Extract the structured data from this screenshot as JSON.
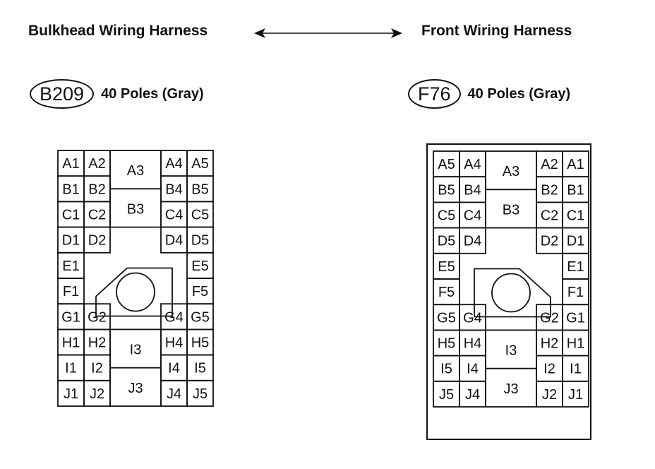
{
  "header": {
    "left_title": "Bulkhead Wiring Harness",
    "right_title": "Front Wiring Harness"
  },
  "connectors": [
    {
      "id": "B209",
      "description": "40 Poles (Gray)",
      "rows": [
        [
          "A1",
          "A2",
          "A4",
          "A5"
        ],
        [
          "B1",
          "B2",
          "B4",
          "B5"
        ],
        [
          "C1",
          "C2",
          "C4",
          "C5"
        ],
        [
          "D1",
          "D2",
          "D4",
          "D5"
        ],
        [
          "E1",
          "E5"
        ],
        [
          "F1",
          "F5"
        ],
        [
          "G1",
          "G2",
          "G4",
          "G5"
        ],
        [
          "H1",
          "H2",
          "H4",
          "H5"
        ],
        [
          "I1",
          "I2",
          "I4",
          "I5"
        ],
        [
          "J1",
          "J2",
          "J4",
          "J5"
        ]
      ],
      "center_top": [
        "A3",
        "B3"
      ],
      "center_bottom": [
        "I3",
        "J3"
      ],
      "key_side": "left"
    },
    {
      "id": "F76",
      "description": "40 Poles (Gray)",
      "rows": [
        [
          "A5",
          "A4",
          "A2",
          "A1"
        ],
        [
          "B5",
          "B4",
          "B2",
          "B1"
        ],
        [
          "C5",
          "C4",
          "C2",
          "C1"
        ],
        [
          "D5",
          "D4",
          "D2",
          "D1"
        ],
        [
          "E5",
          "E1"
        ],
        [
          "F5",
          "F1"
        ],
        [
          "G5",
          "G4",
          "G2",
          "G1"
        ],
        [
          "H5",
          "H4",
          "H2",
          "H1"
        ],
        [
          "I5",
          "I4",
          "I2",
          "I1"
        ],
        [
          "J5",
          "J4",
          "J2",
          "J1"
        ]
      ],
      "center_top": [
        "A3",
        "B3"
      ],
      "center_bottom": [
        "I3",
        "J3"
      ],
      "key_side": "right"
    }
  ]
}
